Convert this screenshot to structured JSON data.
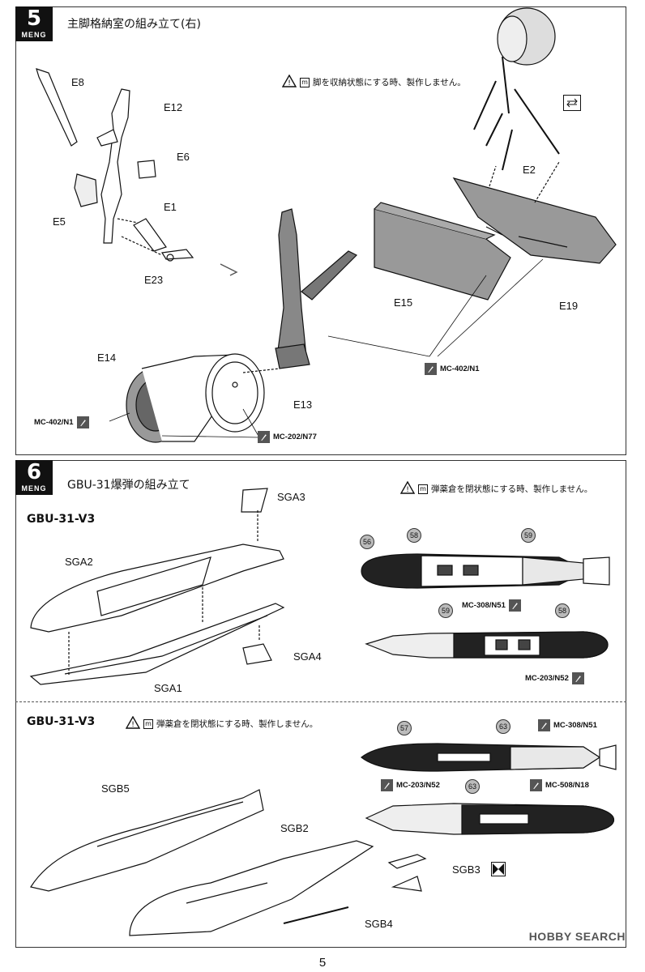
{
  "step5": {
    "number": "5",
    "brand": "MENG",
    "title": "主脚格納室の組み立て(右)",
    "note": "脚を収納状態にする時、製作しません。",
    "parts": {
      "E8": "E8",
      "E12": "E12",
      "E6": "E6",
      "E5": "E5",
      "E1": "E1",
      "E23": "E23",
      "E2": "E2",
      "E15": "E15",
      "E19": "E19",
      "E14": "E14",
      "E13": "E13"
    },
    "paints": {
      "p1": "MC-402/N1",
      "p2": "MC-402/N1",
      "p3": "MC-202/N77"
    }
  },
  "step6": {
    "number": "6",
    "brand": "MENG",
    "title": "GBU-31爆弾の組み立て",
    "note": "弾薬倉を閉状態にする時、製作しません。",
    "variant_a": {
      "heading": "GBU-31-V3",
      "parts": {
        "SGA1": "SGA1",
        "SGA2": "SGA2",
        "SGA3": "SGA3",
        "SGA4": "SGA4"
      },
      "decals": {
        "d56": "56",
        "d58a": "58",
        "d59a": "59",
        "d59b": "59",
        "d58b": "58"
      },
      "paints": {
        "p1": "MC-308/N51",
        "p2": "MC-203/N52"
      }
    },
    "variant_b": {
      "heading": "GBU-31-V3",
      "note": "弾薬倉を閉状態にする時、製作しません。",
      "parts": {
        "SGB2": "SGB2",
        "SGB3": "SGB3",
        "SGB4": "SGB4",
        "SGB5": "SGB5"
      },
      "decals": {
        "d57": "57",
        "d63a": "63",
        "d63b": "63"
      },
      "paints": {
        "p1": "MC-308/N51",
        "p2": "MC-203/N52",
        "p3": "MC-508/N18"
      }
    }
  },
  "page_number": "5",
  "watermark": "HOBBY SEARCH"
}
